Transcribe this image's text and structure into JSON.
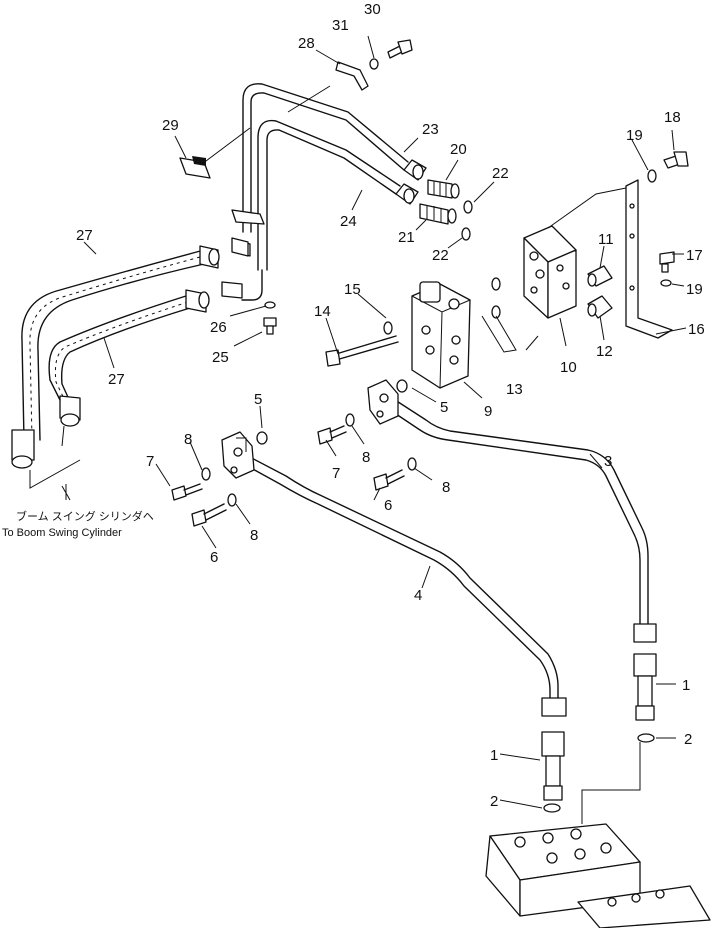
{
  "diagram": {
    "callouts": [
      {
        "id": "c30",
        "text": "30"
      },
      {
        "id": "c31",
        "text": "31"
      },
      {
        "id": "c28",
        "text": "28"
      },
      {
        "id": "c29",
        "text": "29"
      },
      {
        "id": "c23",
        "text": "23"
      },
      {
        "id": "c20",
        "text": "20"
      },
      {
        "id": "c22a",
        "text": "22"
      },
      {
        "id": "c24",
        "text": "24"
      },
      {
        "id": "c21",
        "text": "21"
      },
      {
        "id": "c22b",
        "text": "22"
      },
      {
        "id": "c18",
        "text": "18"
      },
      {
        "id": "c19a",
        "text": "19"
      },
      {
        "id": "c17",
        "text": "17"
      },
      {
        "id": "c19b",
        "text": "19"
      },
      {
        "id": "c16",
        "text": "16"
      },
      {
        "id": "c11",
        "text": "11"
      },
      {
        "id": "c12",
        "text": "12"
      },
      {
        "id": "c10",
        "text": "10"
      },
      {
        "id": "c13",
        "text": "13"
      },
      {
        "id": "c27a",
        "text": "27"
      },
      {
        "id": "c27b",
        "text": "27"
      },
      {
        "id": "c26",
        "text": "26"
      },
      {
        "id": "c25",
        "text": "25"
      },
      {
        "id": "c14",
        "text": "14"
      },
      {
        "id": "c15",
        "text": "15"
      },
      {
        "id": "c9",
        "text": "9"
      },
      {
        "id": "c5a",
        "text": "5"
      },
      {
        "id": "c5b",
        "text": "5"
      },
      {
        "id": "c8a",
        "text": "8"
      },
      {
        "id": "c7a",
        "text": "7"
      },
      {
        "id": "c7b",
        "text": "7"
      },
      {
        "id": "c8b",
        "text": "8"
      },
      {
        "id": "c8c",
        "text": "8"
      },
      {
        "id": "c6a",
        "text": "6"
      },
      {
        "id": "c8d",
        "text": "8"
      },
      {
        "id": "c6b",
        "text": "6"
      },
      {
        "id": "c3",
        "text": "3"
      },
      {
        "id": "c4",
        "text": "4"
      },
      {
        "id": "c1a",
        "text": "1"
      },
      {
        "id": "c2a",
        "text": "2"
      },
      {
        "id": "c1b",
        "text": "1"
      },
      {
        "id": "c2b",
        "text": "2"
      }
    ],
    "note_japanese": "ブーム スイング シリンダヘ",
    "note_english": "To Boom Swing Cylinder"
  }
}
